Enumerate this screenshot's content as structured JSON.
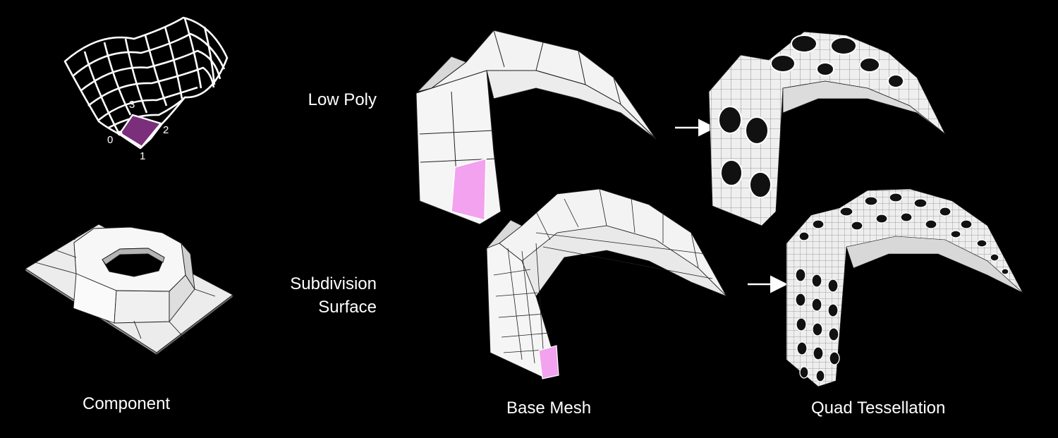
{
  "rows": {
    "low_poly": "Low Poly",
    "subdivision_line1": "Subdivision",
    "subdivision_line2": "Surface"
  },
  "columns": {
    "component": "Component",
    "base_mesh": "Base Mesh",
    "quad_tessellation": "Quad Tessellation"
  },
  "vertex_labels": [
    "0",
    "1",
    "2",
    "3"
  ],
  "colors": {
    "background": "#000000",
    "highlight_component": "#7b2f7b",
    "highlight_mesh": "#f2a2ee",
    "mesh_surface": "#f0f0f0",
    "mesh_line": "#1e1e1e",
    "arrow": "#ffffff"
  },
  "icons": [
    "right-arrow-icon",
    "right-arrow-icon"
  ]
}
